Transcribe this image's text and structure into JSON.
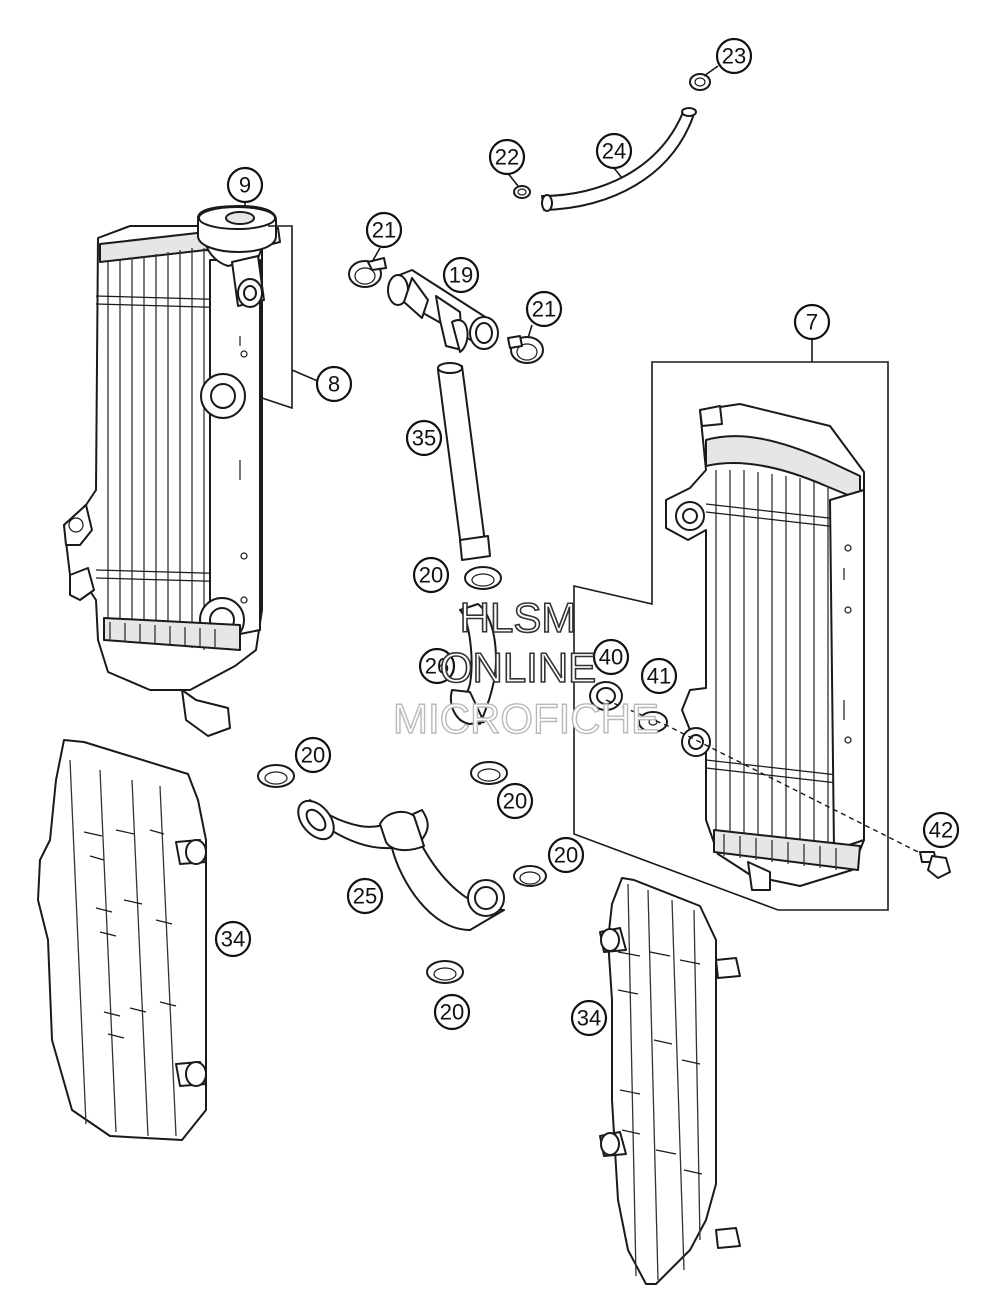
{
  "watermark": {
    "line1": "HLSM",
    "line2": "ONLINE",
    "line3": "MICROFICHE"
  },
  "callouts": {
    "c7": "7",
    "c8": "8",
    "c9": "9",
    "c19": "19",
    "c20a": "20",
    "c20b": "20",
    "c20c": "20",
    "c20d": "20",
    "c20e": "20",
    "c21a": "21",
    "c21b": "21",
    "c22": "22",
    "c23": "23",
    "c24": "24",
    "c25": "25",
    "c26": "26",
    "c34a": "34",
    "c34b": "34",
    "c35": "35",
    "c40": "40",
    "c41": "41",
    "c42": "42"
  }
}
